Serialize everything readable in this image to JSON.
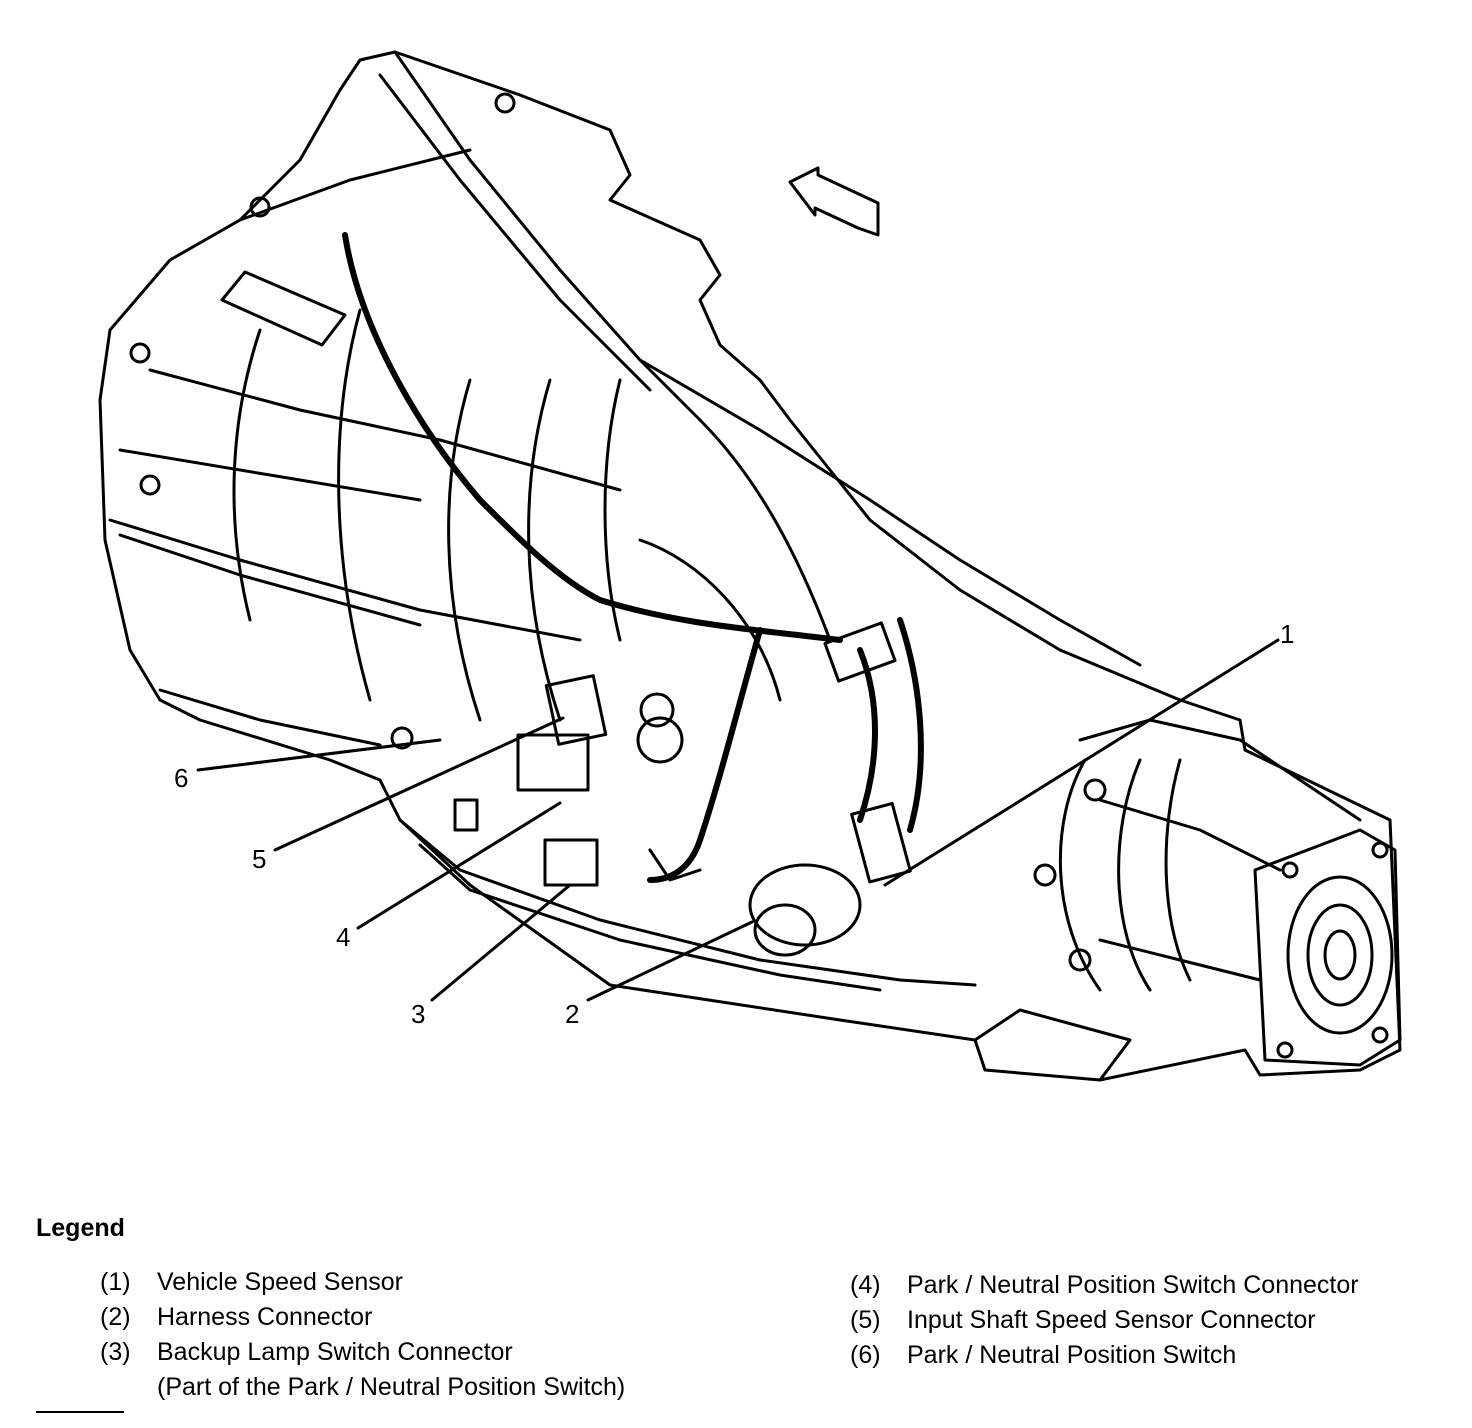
{
  "callouts": [
    {
      "id": "1",
      "label": "1"
    },
    {
      "id": "2",
      "label": "2"
    },
    {
      "id": "3",
      "label": "3"
    },
    {
      "id": "4",
      "label": "4"
    },
    {
      "id": "5",
      "label": "5"
    },
    {
      "id": "6",
      "label": "6"
    }
  ],
  "legend": {
    "title": "Legend",
    "items": [
      {
        "num": "(1)",
        "text": "Vehicle Speed Sensor"
      },
      {
        "num": "(2)",
        "text": "Harness Connector"
      },
      {
        "num": "(3)",
        "text": "Backup Lamp Switch Connector",
        "sub": "(Part of the Park / Neutral Position Switch)"
      },
      {
        "num": "(4)",
        "text": "Park / Neutral Position Switch Connector"
      },
      {
        "num": "(5)",
        "text": "Input Shaft Speed Sensor Connector"
      },
      {
        "num": "(6)",
        "text": "Park / Neutral Position Switch"
      }
    ]
  },
  "colors": {
    "line": "#000000",
    "background": "#ffffff"
  }
}
